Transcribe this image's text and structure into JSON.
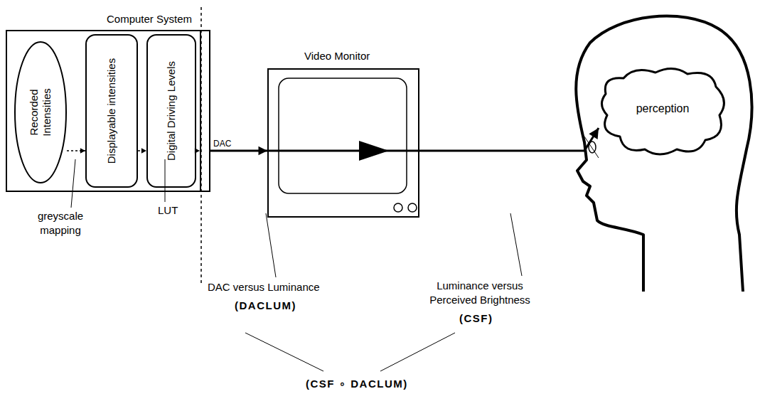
{
  "diagram": {
    "nodes": [
      {
        "text": [
          "Computer System"
        ]
      },
      {
        "text": [
          "Recorded Intensities"
        ],
        "in": 0
      },
      {
        "text": [
          "Displayable intensities"
        ],
        "in": 0
      },
      {
        "text": [
          "Digital Driving Levels"
        ],
        "in": 0
      },
      {
        "text": [
          "DAC"
        ],
        "in": 0
      },
      {
        "text": [
          "Video Monitor"
        ]
      },
      {
        "text": [
          "perception"
        ]
      }
    ],
    "edges": [
      {
        "from": 1,
        "to": 2,
        "arrow": "to"
      },
      {
        "from": 2,
        "to": 3,
        "arrow": "to"
      },
      {
        "from": 3,
        "to": 4,
        "arrow": "to"
      },
      {
        "from": 4,
        "to": 5,
        "arrow": "to"
      },
      {
        "from": 5,
        "to": 6,
        "arrow": "to"
      }
    ],
    "labels": [
      "greyscale mapping",
      "LUT",
      "DAC versus Luminance",
      "(DACLUM)",
      "Luminance versus Perceived Brightness",
      "(CSF)",
      "(CSF ∘ DACLUM)"
    ]
  }
}
